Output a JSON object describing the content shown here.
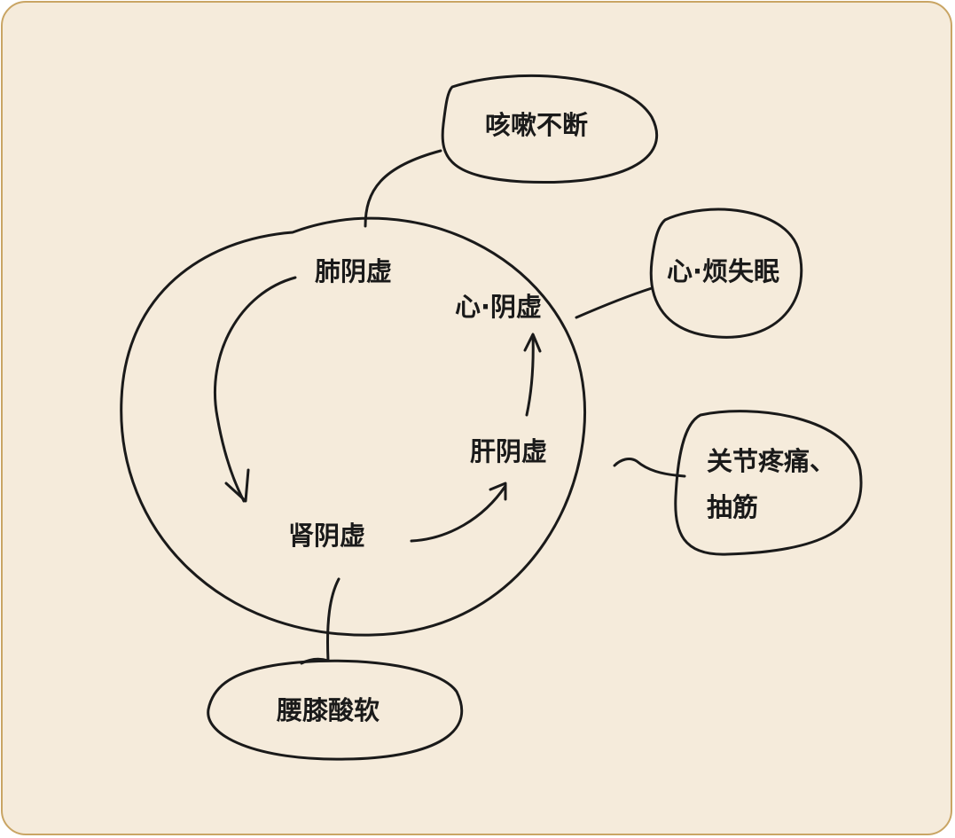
{
  "diagram": {
    "center_nodes": {
      "lung": "肺阴虚",
      "heart": "心·阴虚",
      "liver": "肝阴虚",
      "kidney": "肾阴虚"
    },
    "symptoms": {
      "cough": "咳嗽不断",
      "insomnia": "心·烦失眠",
      "joint": "关节疼痛、抽筋",
      "waist": "腰膝酸软"
    }
  }
}
